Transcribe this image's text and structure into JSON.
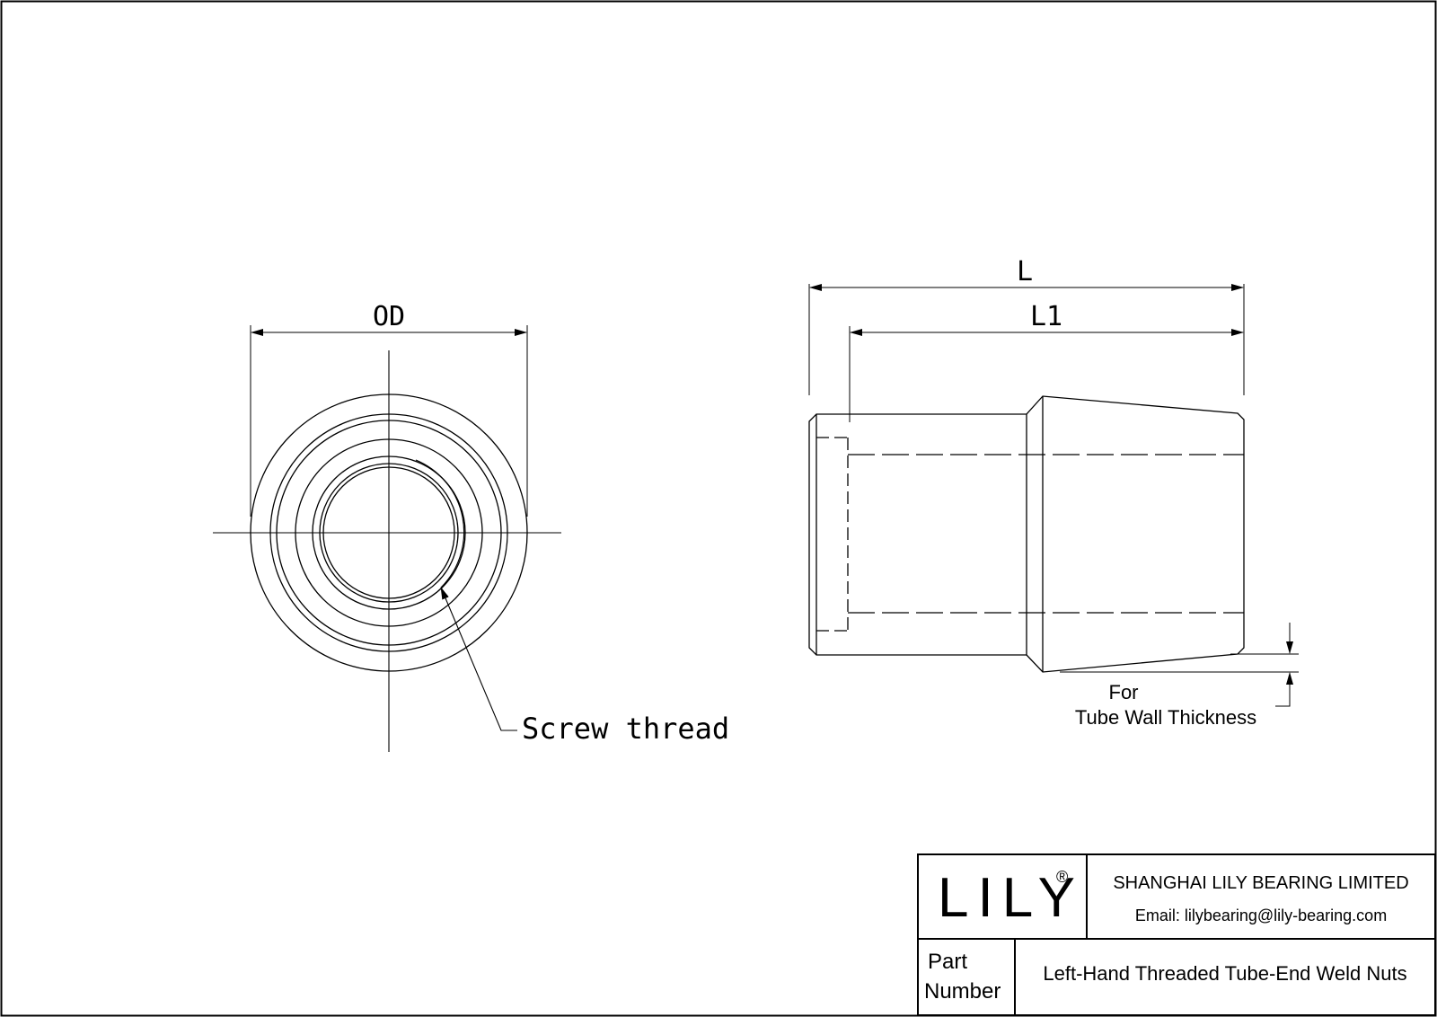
{
  "drawing": {
    "front_view": {
      "od_label": "OD",
      "thread_label": "Screw thread"
    },
    "side_view": {
      "l_label": "L",
      "l1_label": "L1",
      "note_line1": "For",
      "note_line2": "Tube Wall Thickness"
    }
  },
  "title_block": {
    "logo_text": "LILY",
    "logo_mark": "®",
    "company": "SHANGHAI LILY BEARING LIMITED",
    "email": "Email: lilybearing@lily-bearing.com",
    "part_label_line1": "Part",
    "part_label_line2": "Number",
    "part_name": "Left-Hand Threaded Tube-End Weld Nuts"
  },
  "colors": {
    "line": "#000000",
    "background": "#ffffff"
  }
}
